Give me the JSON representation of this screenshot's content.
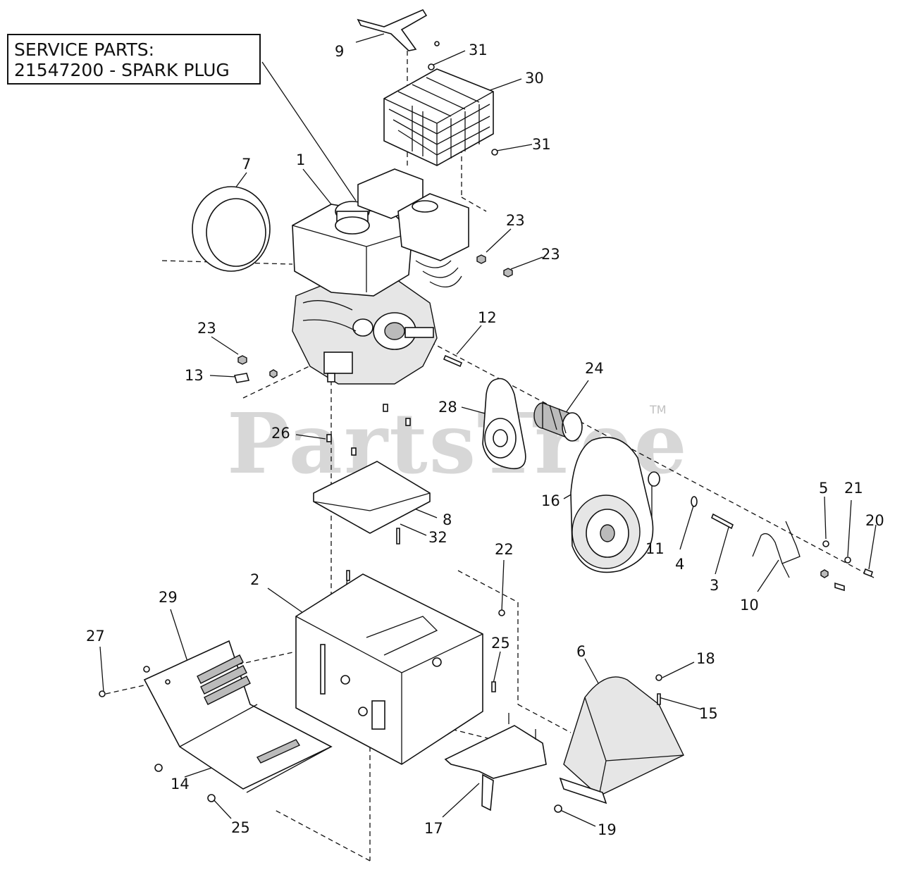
{
  "service_parts": {
    "heading": "SERVICE PARTS:",
    "line": "21547200 - SPARK PLUG"
  },
  "watermark": {
    "text": "PartsTree",
    "tm": "TM"
  },
  "callouts": [
    "1",
    "2",
    "3",
    "4",
    "5",
    "6",
    "7",
    "8",
    "9",
    "10",
    "11",
    "12",
    "13",
    "14",
    "15",
    "16",
    "17",
    "18",
    "19",
    "20",
    "21",
    "22",
    "23",
    "23",
    "23",
    "23",
    "24",
    "25",
    "25",
    "25",
    "26",
    "27",
    "28",
    "29",
    "30",
    "31",
    "31",
    "32"
  ]
}
